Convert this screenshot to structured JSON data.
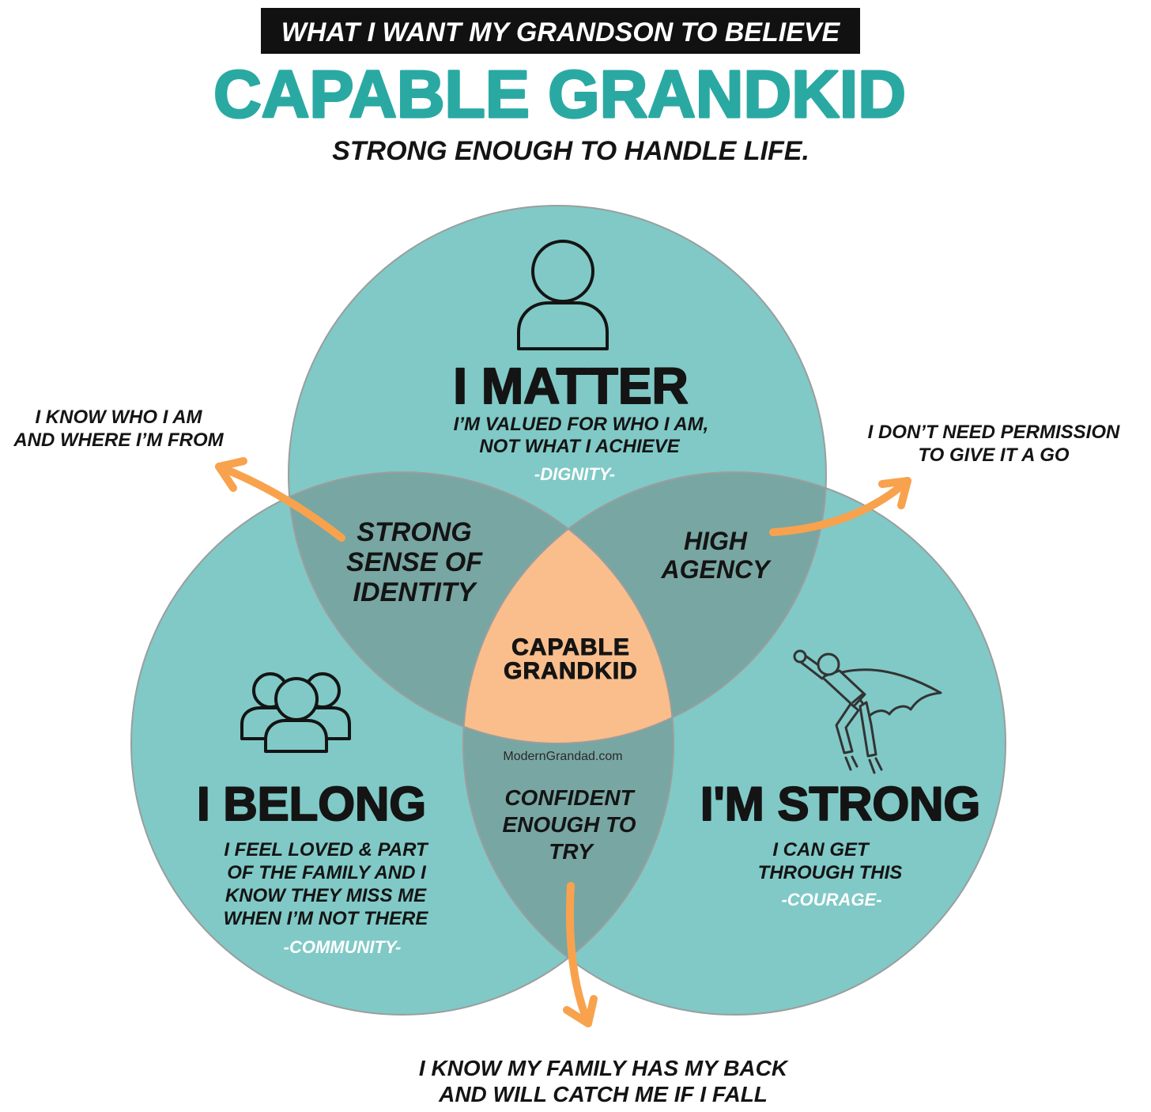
{
  "header": {
    "banner": "WHAT I WANT MY GRANDSON TO BELIEVE",
    "title": "CAPABLE GRANDKID",
    "subtitle": "STRONG ENOUGH TO HANDLE LIFE."
  },
  "circles": {
    "matter": {
      "icon": "person-icon",
      "heading": "I MATTER",
      "description": [
        "I’M VALUED FOR WHO I AM,",
        "NOT WHAT I ACHIEVE"
      ],
      "value": "-DIGNITY-"
    },
    "belong": {
      "icon": "group-icon",
      "heading": "I BELONG",
      "description": [
        "I FEEL LOVED & PART",
        "OF THE FAMILY AND I",
        "KNOW THEY MISS ME",
        "WHEN I’M NOT THERE"
      ],
      "value": "-COMMUNITY-"
    },
    "strong": {
      "icon": "superhero-icon",
      "heading": "I'M STRONG",
      "description": [
        "I CAN GET",
        "THROUGH THIS"
      ],
      "value": "-COURAGE-"
    }
  },
  "overlaps": {
    "matter_belong": {
      "label": [
        "STRONG",
        "SENSE OF",
        "IDENTITY"
      ],
      "callout": [
        "I KNOW WHO I AM",
        "AND WHERE I’M FROM"
      ]
    },
    "matter_strong": {
      "label": [
        "HIGH",
        "AGENCY"
      ],
      "callout": [
        "I DON’T NEED PERMISSION",
        "TO GIVE IT A GO"
      ]
    },
    "belong_strong": {
      "label": [
        "CONFIDENT",
        "ENOUGH TO",
        "TRY"
      ],
      "callout": [
        "I KNOW MY FAMILY HAS MY BACK",
        "AND WILL CATCH ME IF I FALL"
      ]
    },
    "center": {
      "label": [
        "CAPABLE",
        "GRANDKID"
      ]
    }
  },
  "watermark": "ModernGrandad.com",
  "colors": {
    "banner": "#111111",
    "title": "#2AA9A3",
    "circle_fill": "#80C9C6",
    "circle_outline": "#9A9E9E",
    "overlap_fill": "#78A6A3",
    "center_fill": "#F9BE8B",
    "arrow": "#F8A24E"
  }
}
